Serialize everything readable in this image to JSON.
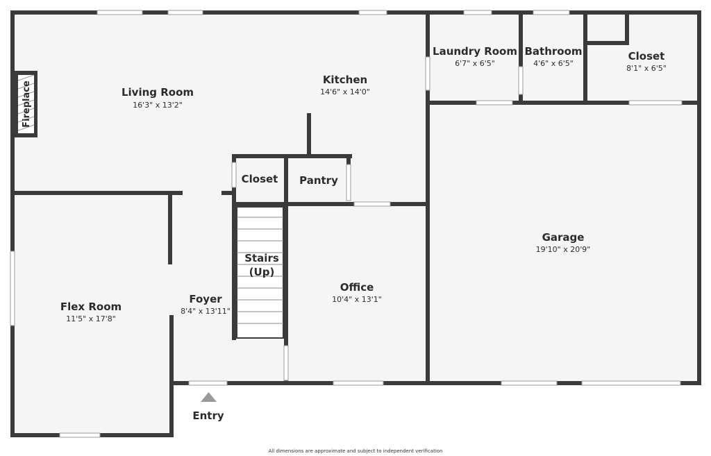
{
  "rooms": {
    "living_room": {
      "name": "Living Room",
      "dims": "16'3\" x 13'2\""
    },
    "kitchen": {
      "name": "Kitchen",
      "dims": "14'6\" x 14'0\""
    },
    "laundry_room": {
      "name": "Laundry Room",
      "dims": "6'7\" x 6'5\""
    },
    "bathroom": {
      "name": "Bathroom",
      "dims": "4'6\" x 6'5\""
    },
    "closet_upper": {
      "name": "Closet",
      "dims": "8'1\" x 6'5\""
    },
    "closet_small": {
      "name": "Closet"
    },
    "pantry": {
      "name": "Pantry"
    },
    "stairs": {
      "line1": "Stairs",
      "line2": "(Up)"
    },
    "garage": {
      "name": "Garage",
      "dims": "19'10\" x 20'9\""
    },
    "flex_room": {
      "name": "Flex Room",
      "dims": "11'5\" x 17'8\""
    },
    "foyer": {
      "name": "Foyer",
      "dims": "8'4\" x 13'11\""
    },
    "office": {
      "name": "Office",
      "dims": "10'4\" x 13'1\""
    },
    "fireplace": {
      "name": "Fireplace"
    }
  },
  "entry_label": "Entry",
  "disclaimer": "All dimensions are approximate and subject to independent verification"
}
